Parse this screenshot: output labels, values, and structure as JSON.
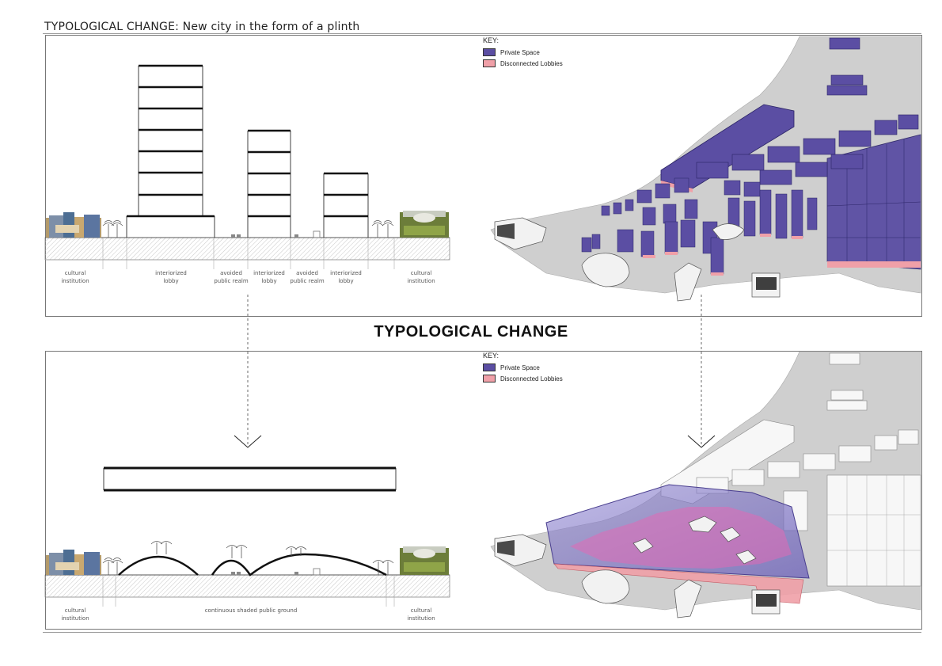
{
  "page": {
    "title": "TYPOLOGICAL CHANGE: New city in the form of a plinth",
    "center_title": "TYPOLOGICAL CHANGE"
  },
  "key": {
    "title": "KEY:",
    "items": [
      {
        "label": "Private Space",
        "color": "#5b4ea3"
      },
      {
        "label": "Disconnected Lobbies",
        "color": "#f0a0a8"
      }
    ]
  },
  "top_section": {
    "labels": [
      {
        "line1": "cultural",
        "line2": "institution"
      },
      {
        "line1": "interiorized",
        "line2": "lobby"
      },
      {
        "line1": "avoided",
        "line2": "public realm"
      },
      {
        "line1": "interiorized",
        "line2": "lobby"
      },
      {
        "line1": "avoided",
        "line2": "public realm"
      },
      {
        "line1": "interiorized",
        "line2": "lobby"
      },
      {
        "line1": "cultural",
        "line2": "institution"
      }
    ]
  },
  "bottom_section": {
    "labels": [
      {
        "line1": "cultural",
        "line2": "institution"
      },
      {
        "line1": "continuous shaded public ground",
        "line2": ""
      },
      {
        "line1": "cultural",
        "line2": "institution"
      }
    ]
  }
}
